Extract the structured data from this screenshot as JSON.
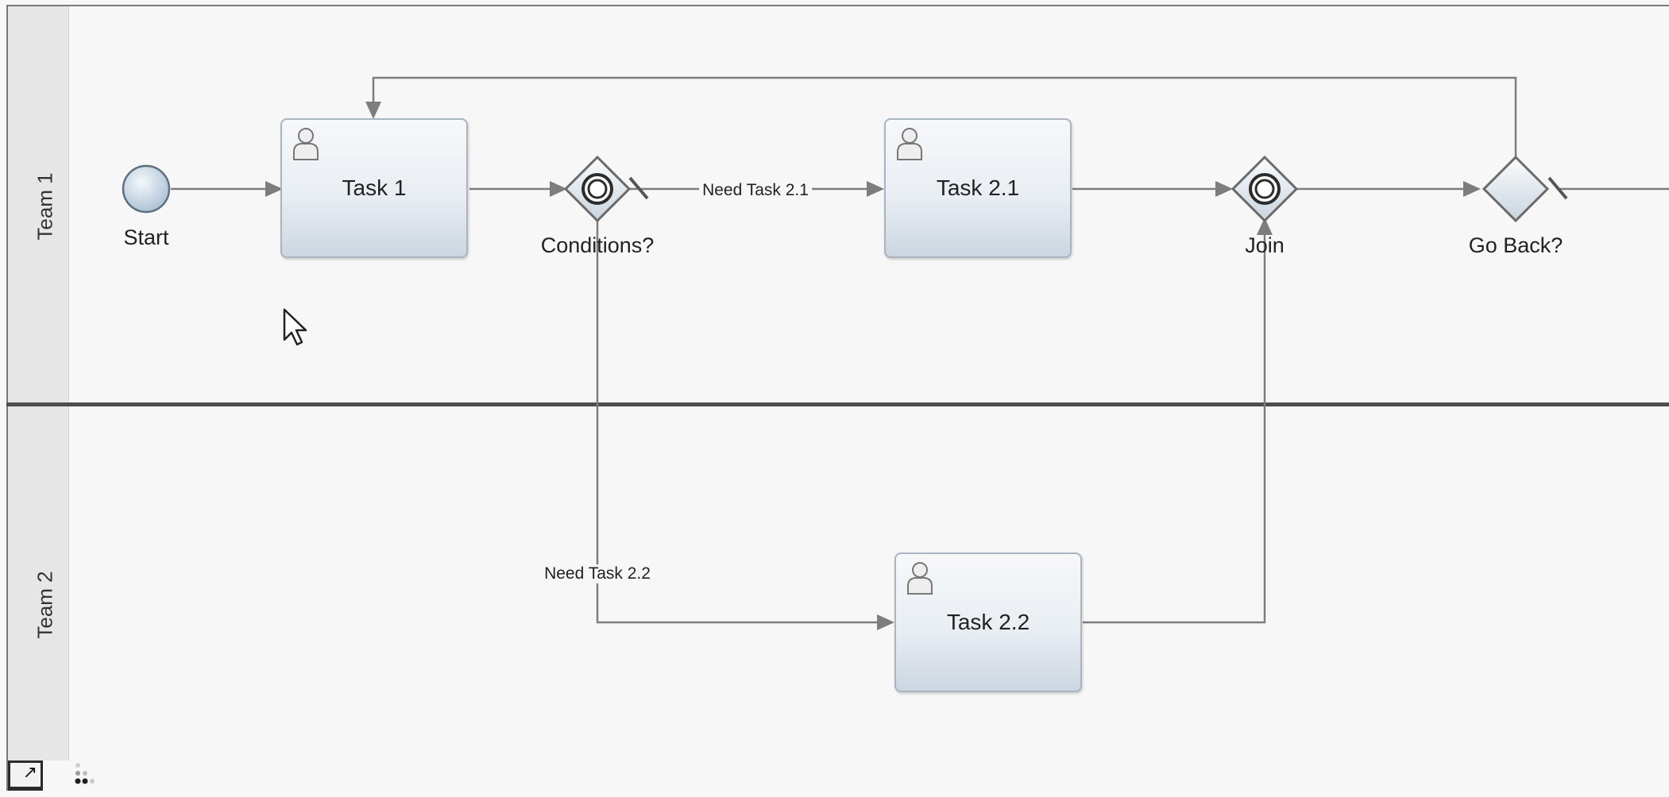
{
  "lanes": [
    {
      "label": "Team 1"
    },
    {
      "label": "Team 2"
    }
  ],
  "nodes": {
    "start": {
      "label": "Start",
      "type": "start-event"
    },
    "task1": {
      "label": "Task 1",
      "icon": "user-icon"
    },
    "conditions": {
      "label": "Conditions?",
      "type": "exclusive-gateway"
    },
    "task21": {
      "label": "Task 2.1",
      "icon": "user-icon"
    },
    "join": {
      "label": "Join",
      "type": "exclusive-gateway"
    },
    "goback": {
      "label": "Go Back?",
      "type": "decision-gateway"
    },
    "task22": {
      "label": "Task 2.2",
      "icon": "user-icon"
    }
  },
  "edges": {
    "need_task_21": "Need Task 2.1",
    "need_task_22": "Need Task 2.2"
  },
  "colors": {
    "connector": "#7d7d7d",
    "task_border": "#a9b4c0",
    "lane_divider": "#4e4e4e"
  }
}
